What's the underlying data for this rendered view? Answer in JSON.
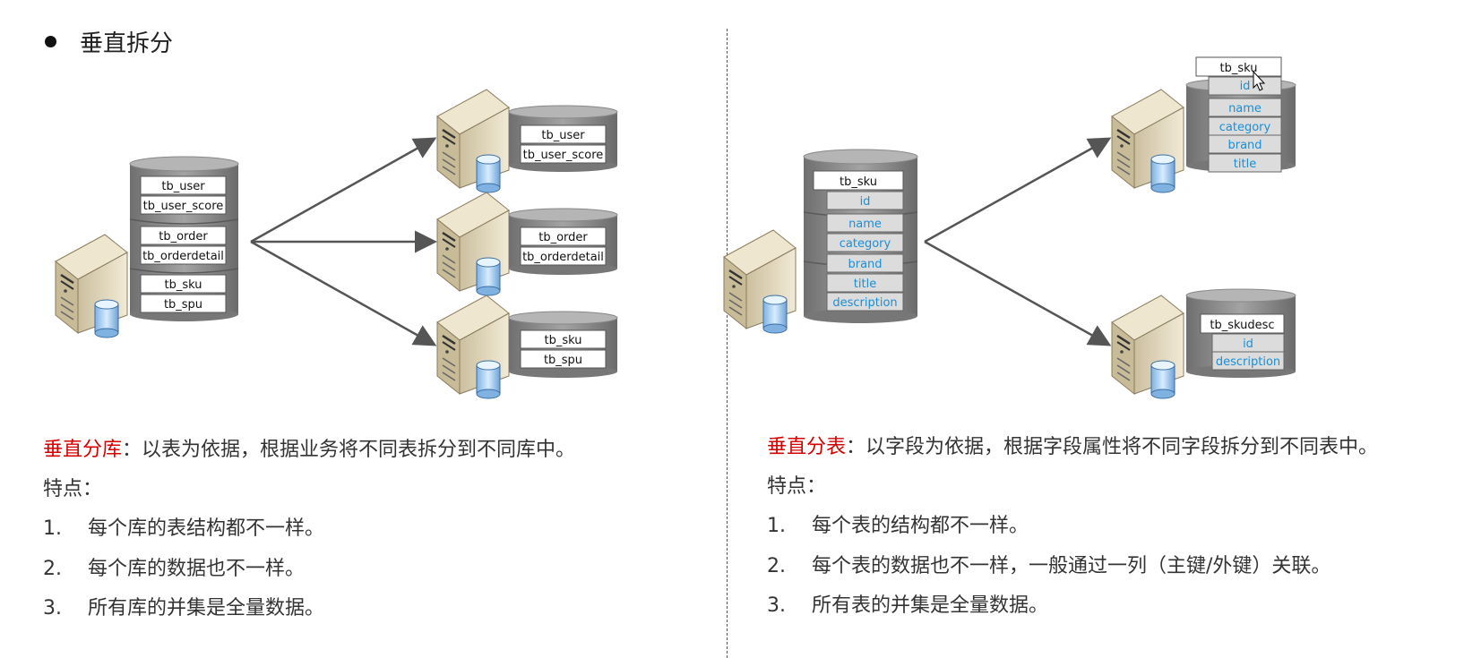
{
  "heading": "垂直拆分",
  "left": {
    "source_tables": [
      "tb_user",
      "tb_user_score",
      "tb_order",
      "tb_orderdetail",
      "tb_sku",
      "tb_spu"
    ],
    "targets": [
      [
        "tb_user",
        "tb_user_score"
      ],
      [
        "tb_order",
        "tb_orderdetail"
      ],
      [
        "tb_sku",
        "tb_spu"
      ]
    ],
    "desc_term": "垂直分库",
    "desc_rest": "：以表为依据，根据业务将不同表拆分到不同库中。",
    "features_label": "特点：",
    "points": [
      {
        "num": "1.",
        "text": "每个库的表结构都不一样。"
      },
      {
        "num": "2.",
        "text": "每个库的数据也不一样。"
      },
      {
        "num": "3.",
        "text": "所有库的并集是全量数据。"
      }
    ]
  },
  "right": {
    "source_table": "tb_sku",
    "source_fields": [
      "id",
      "name",
      "category",
      "brand",
      "title",
      "description"
    ],
    "target1_table": "tb_sku",
    "target1_fields": [
      "id",
      "name",
      "category",
      "brand",
      "title"
    ],
    "target2_table": "tb_skudesc",
    "target2_fields": [
      "id",
      "description"
    ],
    "desc_term": "垂直分表",
    "desc_rest": "：以字段为依据，根据字段属性将不同字段拆分到不同表中。",
    "features_label": "特点：",
    "points": [
      {
        "num": "1.",
        "text": "每个表的结构都不一样。"
      },
      {
        "num": "2.",
        "text": "每个表的数据也不一样，一般通过一列（主键/外键）关联。"
      },
      {
        "num": "3.",
        "text": "所有表的并集是全量数据。"
      }
    ]
  },
  "colors": {
    "term": "#d40000",
    "field_text": "#1a8fd6",
    "field_bg": "#dcdcdc",
    "cylinder": "#8f8f8f",
    "server": "#e7dcc6"
  }
}
